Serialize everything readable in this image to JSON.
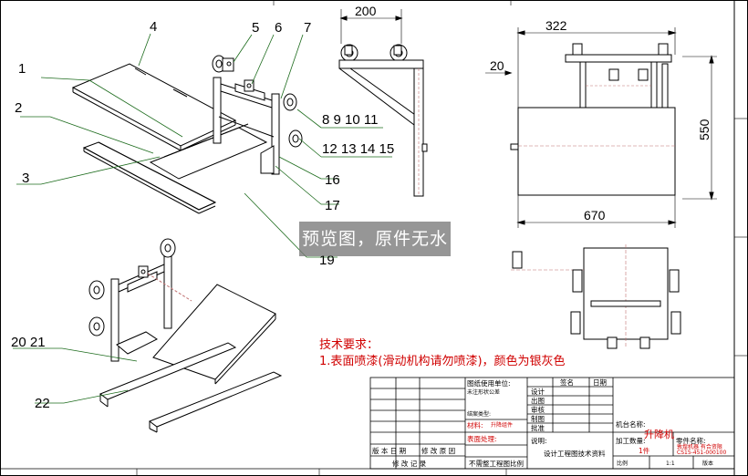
{
  "part_labels": [
    "1",
    "2",
    "3",
    "4",
    "5",
    "6",
    "7",
    "8 9 10 11",
    "12 13 14 15",
    "16",
    "17",
    "19",
    "20 21",
    "22"
  ],
  "dimensions": {
    "top_view_width": "200",
    "front_width": "322",
    "front_offset": "20",
    "front_height": "550",
    "front_total": "670"
  },
  "tech_requirements": {
    "title": "技术要求：",
    "line1": "1.表面喷漆(滑动机构请勿喷漆)，颜色为银灰色"
  },
  "watermark": "预览图，原件无水印",
  "title_block": {
    "drawing_name": "升降机",
    "name_label": "机台名称:",
    "qty_label": "加工数量:",
    "qty_value": "1件",
    "part_no_label": "零件名称:",
    "part_no_value": "CS15-451-000100",
    "company": "敦煌机器 有合资限",
    "material_label": "材料:",
    "material_value": "升降组件",
    "surface_label": "表面处理:",
    "notes_label": "说明:",
    "notes_value": "设计工程图技术资料",
    "design": "设计",
    "drawn": "出图",
    "review": "审核",
    "control": "制图",
    "approve": "批准",
    "sign": "签名",
    "date": "日期",
    "scale_label": "比例",
    "scale_value": "1:1",
    "sheet_label": "版本",
    "version": "版 本 日 期",
    "change": "修 改 原 因",
    "signature": "修 改 记 录",
    "unit_label": "图纸使用单位:",
    "project_label": "结案类型:",
    "tolerance_title": "未注形状公差",
    "not_engineer": "不需整工程图比例"
  }
}
